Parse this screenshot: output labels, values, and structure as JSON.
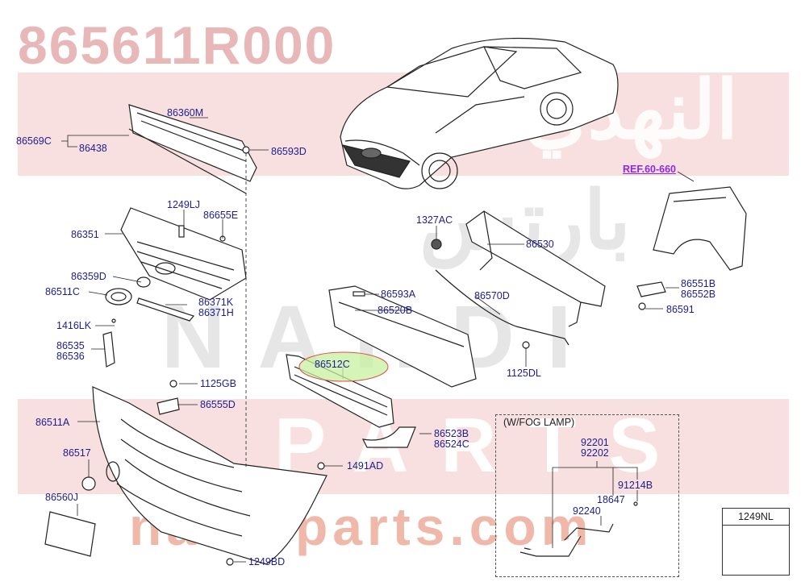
{
  "watermark": {
    "part_number": "865611R000",
    "arabic_1": "النهدي",
    "arabic_2": "بارتس",
    "latin_1": "NAHDI",
    "latin_2": "PARTS",
    "site": "nahdiparts.com"
  },
  "reference": "REF.60-660",
  "fog_lamp_box_title": "(W/FOG LAMP)",
  "legend_part": "1249NL",
  "highlight_color": "#c6f0a0",
  "label_color": "#1d1d8f",
  "parts": {
    "p86360M": "86360M",
    "p86569C": "86569C",
    "p86438": "86438",
    "p86593D": "86593D",
    "p1249LJ": "1249LJ",
    "p86655E": "86655E",
    "p86351": "86351",
    "p86359D": "86359D",
    "p86511C": "86511C",
    "p86371K": "86371K",
    "p86371H": "86371H",
    "p1416LK": "1416LK",
    "p86535": "86535",
    "p86536": "86536",
    "p1125GB": "1125GB",
    "p86555D": "86555D",
    "p86511A": "86511A",
    "p86517": "86517",
    "p86560J": "86560J",
    "p1491AD": "1491AD",
    "p1249BD": "1249BD",
    "p1327AC": "1327AC",
    "p86530": "86530",
    "p86593A": "86593A",
    "p86520B": "86520B",
    "p86570D": "86570D",
    "p1125DL": "1125DL",
    "p86512C": "86512C",
    "p86523B": "86523B",
    "p86524C": "86524C",
    "p86551B": "86551B",
    "p86552B": "86552B",
    "p86591": "86591",
    "p92201": "92201",
    "p92202": "92202",
    "p91214B": "91214B",
    "p18647": "18647",
    "p92240": "92240"
  }
}
